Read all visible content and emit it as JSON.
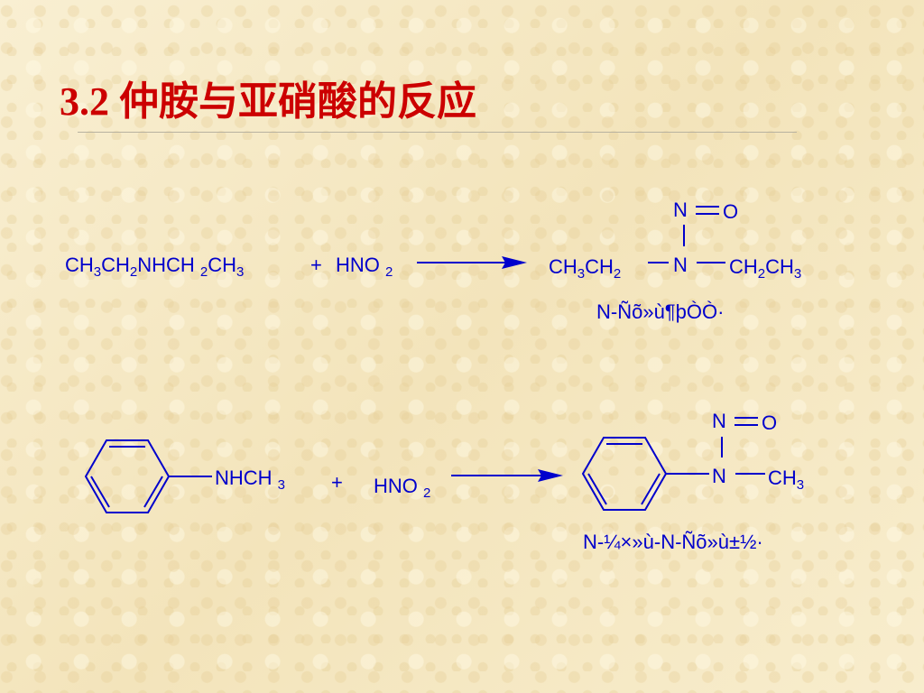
{
  "slide": {
    "title": "3.2 仲胺与亚硝酸的反应"
  },
  "reaction1": {
    "reactant": [
      {
        "t": "CH"
      },
      {
        "t": "3",
        "sub": true
      },
      {
        "t": "CH"
      },
      {
        "t": "2",
        "sub": true
      },
      {
        "t": "NHCH "
      },
      {
        "t": "2",
        "sub": true
      },
      {
        "t": "CH"
      },
      {
        "t": "3",
        "sub": true
      }
    ],
    "plus": "+",
    "reagent": [
      {
        "t": "HNO "
      },
      {
        "t": "2",
        "sub": true
      }
    ],
    "product_nitroso_n": "N",
    "product_nitroso_o": "O",
    "product_left": [
      {
        "t": "CH"
      },
      {
        "t": "3",
        "sub": true
      },
      {
        "t": "CH"
      },
      {
        "t": "2",
        "sub": true
      }
    ],
    "product_center_n": "N",
    "product_right": [
      {
        "t": "CH"
      },
      {
        "t": "2",
        "sub": true
      },
      {
        "t": "CH"
      },
      {
        "t": "3",
        "sub": true
      }
    ],
    "product_name": "N-Ñõ»ù¶þÒÒ·"
  },
  "reaction2": {
    "reactant": [
      {
        "t": "NHCH "
      },
      {
        "t": "3",
        "sub": true
      }
    ],
    "plus": "+",
    "reagent": [
      {
        "t": "HNO "
      },
      {
        "t": "2",
        "sub": true
      }
    ],
    "product_nitroso_n": "N",
    "product_nitroso_o": "O",
    "product_center_n": "N",
    "product_right": [
      {
        "t": "CH"
      },
      {
        "t": "3",
        "sub": true
      }
    ],
    "product_name": "N-¼×»ù-N-Ñõ»ù±½·"
  },
  "colors": {
    "title": "#cc0000",
    "chemistry": "#0000cc",
    "background": "#f7ecc9"
  }
}
